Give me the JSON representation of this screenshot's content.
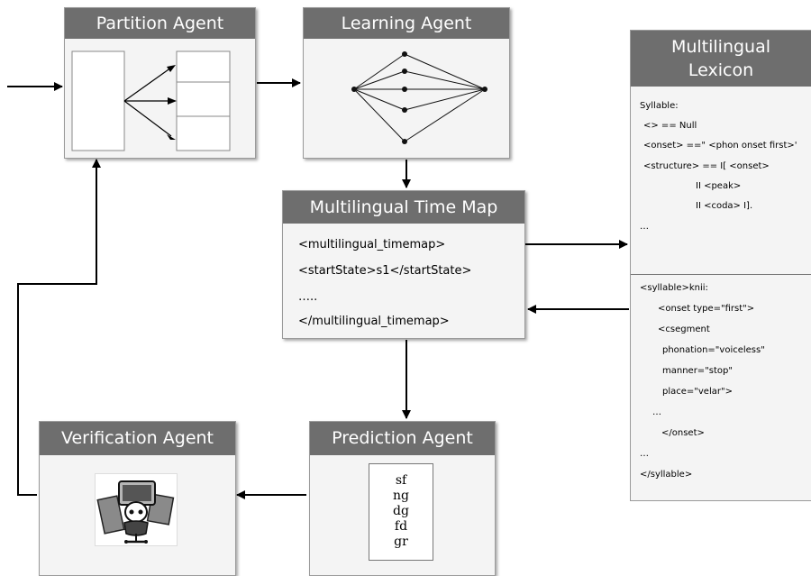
{
  "partition": {
    "title": "Partition Agent"
  },
  "learning": {
    "title": "Learning Agent"
  },
  "timemap": {
    "title": "Multilingual Time Map",
    "lines": [
      "<multilingual_timemap>",
      "<startState>s1</startState>",
      "…..",
      "</multilingual_timemap>"
    ]
  },
  "lexicon": {
    "title_line1": "Multilingual",
    "title_line2": "Lexicon",
    "top_lines": [
      "Syllable:",
      "<> == Null",
      "<onset> ==\" <phon onset first>'",
      "<structure> == I[  <onset>",
      "II <peak>",
      "II <coda> I].",
      "…"
    ],
    "bottom_lines": [
      "<syllable>knii:",
      "<onset type=\"first\">",
      "<csegment",
      "phonation=\"voiceless\"",
      "manner=\"stop\"",
      "place=\"velar\">",
      "…",
      "</onset>",
      "…",
      "</syllable>"
    ]
  },
  "verification": {
    "title": "Verification Agent"
  },
  "prediction": {
    "title": "Prediction Agent",
    "codes": [
      "sf",
      "ng",
      "dg",
      "fd",
      "gr"
    ]
  }
}
